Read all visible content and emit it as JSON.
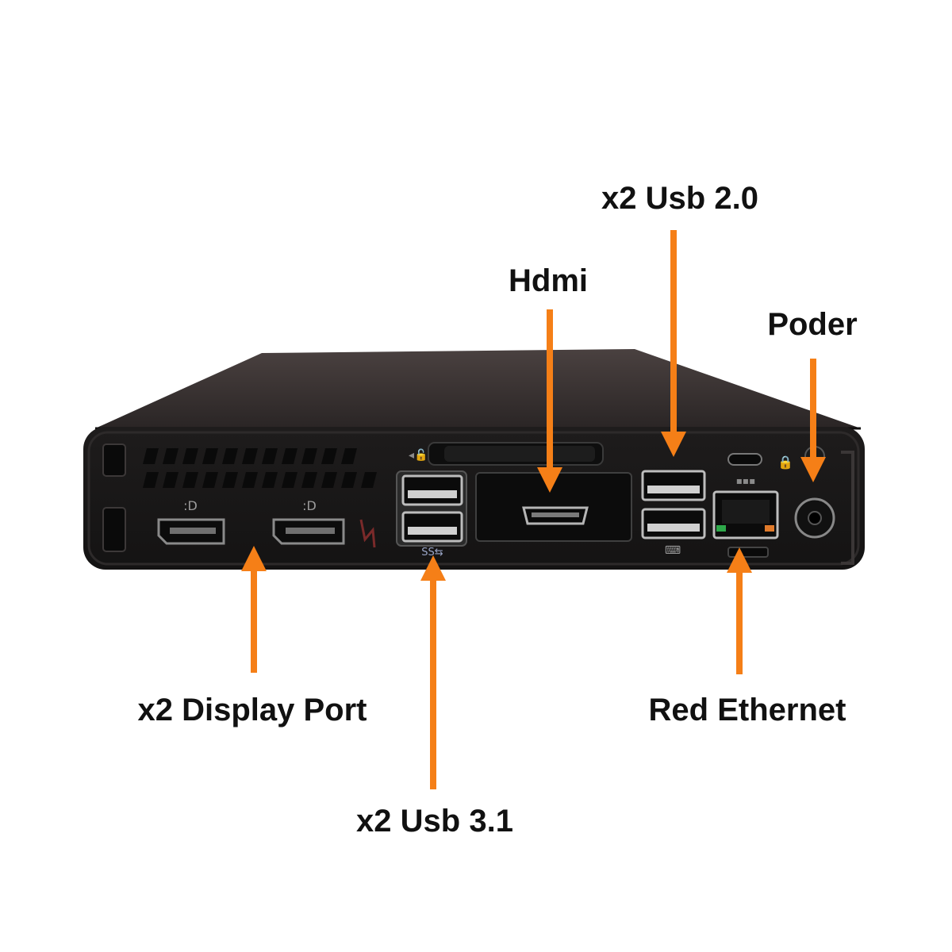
{
  "labels": {
    "usb20": "x2 Usb 2.0",
    "hdmi": "Hdmi",
    "power": "Poder",
    "displayport": "x2 Display Port",
    "ethernet": "Red Ethernet",
    "usb31": "x2 Usb 3.1"
  },
  "colors": {
    "arrow": "#F57F17",
    "chassis": "#1c1a1a",
    "chassis_top": "#3a3433",
    "panel": "#121111",
    "port_metal": "#c9c9c9",
    "text": "#111111"
  },
  "icons": {
    "displayport": "displayport-logo-icon",
    "usb_ss": "usb-superspeed-icon",
    "lock": "padlock-icon",
    "network": "network-icon",
    "keyboard": "keyboard-icon"
  }
}
